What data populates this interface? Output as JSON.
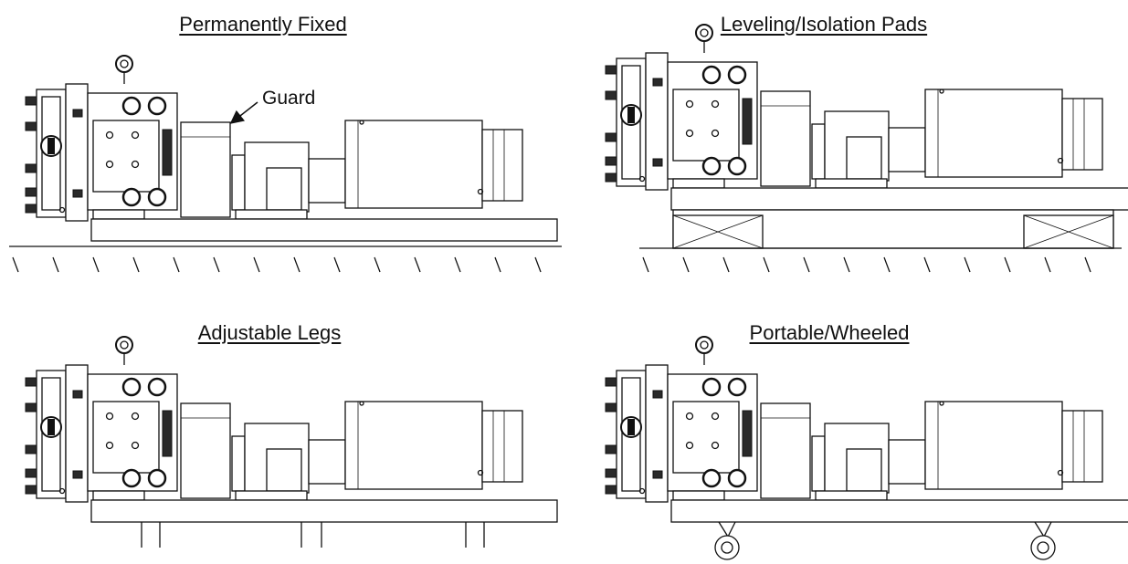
{
  "panels": [
    {
      "id": "fixed",
      "title": "Permanently Fixed",
      "callout": "Guard"
    },
    {
      "id": "pads",
      "title": "Leveling/Isolation Pads"
    },
    {
      "id": "legs",
      "title": "Adjustable Legs"
    },
    {
      "id": "wheeled",
      "title": "Portable/Wheeled"
    }
  ]
}
